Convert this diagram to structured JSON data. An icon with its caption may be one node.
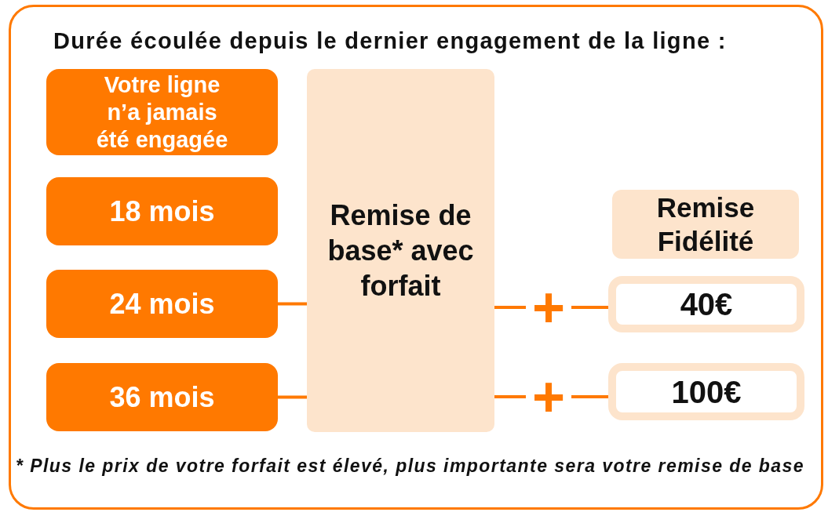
{
  "diagram": {
    "title": "Durée écoulée depuis le dernier engagement de la ligne :",
    "caption": "* Plus le prix de votre forfait est élevé, plus importante sera votre remise de base",
    "nodes": [
      {
        "text": [
          "Votre ligne n’a jamais été engagée"
        ]
      },
      {
        "text": [
          "18 mois"
        ]
      },
      {
        "text": [
          "24 mois"
        ]
      },
      {
        "text": [
          "36 mois"
        ]
      },
      {
        "text": [
          "Remise de base* avec forfait"
        ]
      },
      {
        "text": [
          "Remise Fidélité"
        ]
      },
      {
        "text": [
          "+"
        ]
      },
      {
        "text": [
          "40€"
        ]
      },
      {
        "text": [
          "+"
        ]
      },
      {
        "text": [
          "100€"
        ]
      }
    ],
    "edges": [
      {
        "from": 2,
        "to": 4,
        "arrow": "none"
      },
      {
        "from": 3,
        "to": 4,
        "arrow": "none"
      },
      {
        "from": 4,
        "to": 6,
        "arrow": "none"
      },
      {
        "from": 6,
        "to": 7,
        "arrow": "none"
      },
      {
        "from": 4,
        "to": 8,
        "arrow": "none"
      },
      {
        "from": 8,
        "to": 9,
        "arrow": "none"
      }
    ]
  }
}
